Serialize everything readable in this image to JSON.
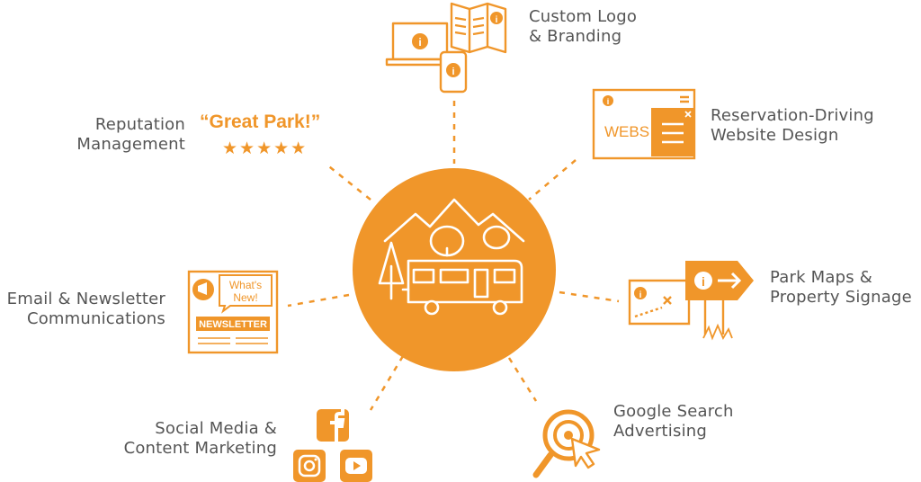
{
  "colors": {
    "accent": "#f0962a",
    "text": "#555555",
    "background": "#ffffff"
  },
  "center": {
    "icon": "rv-camper-mountains-icon"
  },
  "features": {
    "custom_logo": {
      "line1": "Custom Logo",
      "line2": "& Branding",
      "icon": "devices-brochure-icon"
    },
    "website": {
      "line1": "Reservation-Driving",
      "line2": "Website Design",
      "icon": "website-window-icon",
      "screen_text": "WEBS"
    },
    "maps": {
      "line1": "Park Maps &",
      "line2": "Property Signage",
      "icon": "map-signpost-icon"
    },
    "google": {
      "line1": "Google Search",
      "line2": "Advertising",
      "icon": "target-cursor-icon"
    },
    "social": {
      "line1": "Social Media &",
      "line2": "Content Marketing",
      "icons": [
        "facebook-icon",
        "instagram-icon",
        "youtube-icon"
      ]
    },
    "email": {
      "line1": "Email & Newsletter",
      "line2": "Communications",
      "icon": "newsletter-icon",
      "callout_line1": "What's",
      "callout_line2": "New!",
      "banner": "NEWSLETTER"
    },
    "reputation": {
      "line1": "Reputation",
      "line2": "Management",
      "quote": "“Great Park!”",
      "stars": "★★★★★",
      "rating": 5
    }
  }
}
